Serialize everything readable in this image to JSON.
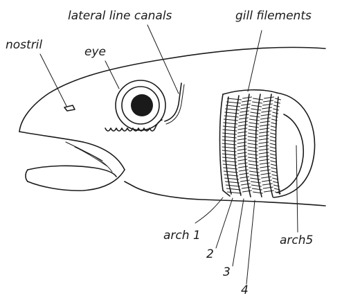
{
  "labels": {
    "lateral_line_canals": "lateral line canals",
    "gill_filaments": "gill filements",
    "nostril": "nostril",
    "eye": "eye",
    "arch1": "arch 1",
    "arch2": "2",
    "arch3": "3",
    "arch4": "4",
    "arch5": "arch5"
  },
  "colors": {
    "ink": "#1a1a1a",
    "background": "#ffffff"
  }
}
